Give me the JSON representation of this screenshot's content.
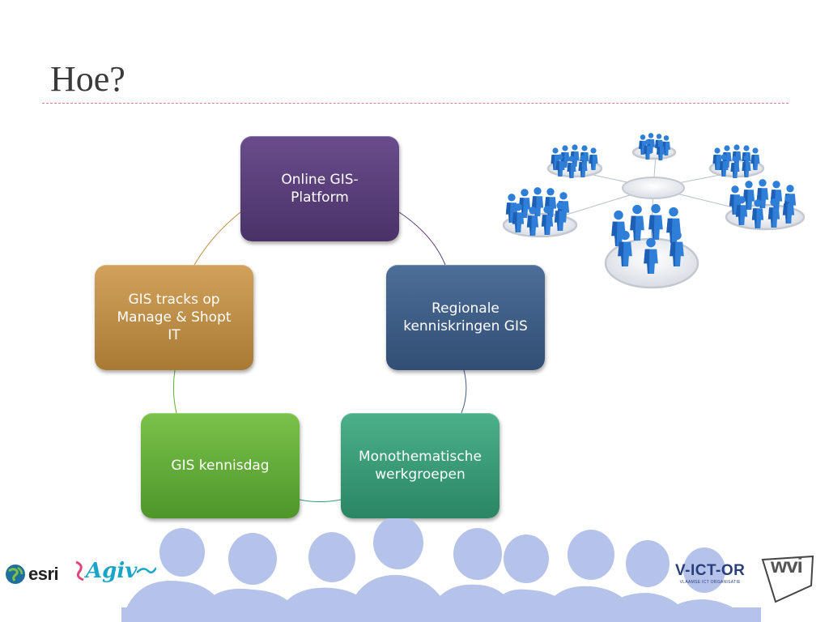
{
  "slide": {
    "title": "Hoe?"
  },
  "cycle": {
    "nodes": [
      {
        "label": "Online GIS-\nPlatform",
        "color": "#5a3f7c"
      },
      {
        "label": "Regionale\nkenniskringen GIS",
        "color": "#3f5e86"
      },
      {
        "label": "Monothematische\nwerkgroepen",
        "color": "#369a76"
      },
      {
        "label": "GIS kennisdag",
        "color": "#63ad3a"
      },
      {
        "label": "GIS tracks op\nManage & Shopt\nIT",
        "color": "#bd8e48"
      }
    ]
  },
  "logos": {
    "esri": "esri",
    "agiv": "Agiv",
    "victor": "V-ICT-OR",
    "victor_sub": "VLAAMSE ICT ORGANISATIE",
    "wvi": "wvi"
  },
  "colors": {
    "title_rule": "#e07a8a",
    "people_blue": "#2f7fd8",
    "crowd_silhouette": "#b5c3ea"
  },
  "icons": [
    "network-people-illustration",
    "crowd-silhouette",
    "esri-globe-icon",
    "agiv-swirl-icon",
    "wvi-logo-mark"
  ]
}
